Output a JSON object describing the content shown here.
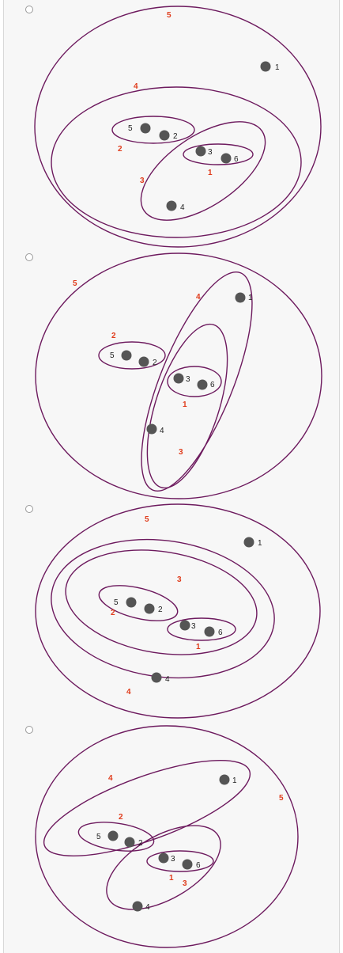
{
  "colors": {
    "ellipse_stroke": "#6d1a5e",
    "cluster_label": "#e03c1c",
    "point_fill": "#555555",
    "point_label": "#222222",
    "radio_stroke": "#9a9a9a"
  },
  "options": [
    {
      "id": "option-a",
      "point_labels": {
        "p1": "1",
        "p2": "2",
        "p3": "3",
        "p4": "4",
        "p5": "5",
        "p6": "6"
      },
      "cluster_labels": {
        "c1": "1",
        "c2": "2",
        "c3": "3",
        "c4": "4",
        "c5": "5"
      }
    },
    {
      "id": "option-b",
      "point_labels": {
        "p1": "1",
        "p2": "2",
        "p3": "3",
        "p4": "4",
        "p5": "5",
        "p6": "6"
      },
      "cluster_labels": {
        "c1": "1",
        "c2": "2",
        "c3": "3",
        "c4": "4",
        "c5": "5"
      }
    },
    {
      "id": "option-c",
      "point_labels": {
        "p1": "1",
        "p2": "2",
        "p3": "3",
        "p4": "4",
        "p5": "5",
        "p6": "6"
      },
      "cluster_labels": {
        "c1": "1",
        "c2": "2",
        "c3": "3",
        "c4": "4",
        "c5": "5"
      }
    },
    {
      "id": "option-d",
      "point_labels": {
        "p1": "1",
        "p2": "2",
        "p3": "3",
        "p4": "4",
        "p5": "5",
        "p6": "6"
      },
      "cluster_labels": {
        "c1": "1",
        "c2": "2",
        "c3": "3",
        "c4": "4",
        "c5": "5"
      }
    }
  ]
}
